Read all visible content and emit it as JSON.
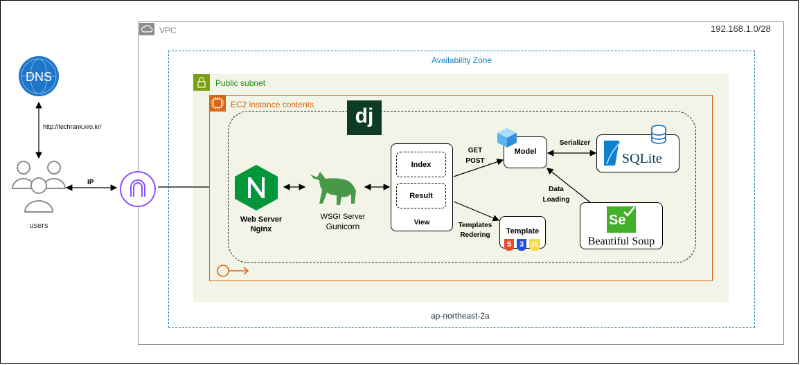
{
  "vpc": {
    "label": "VPC",
    "cidr": "192.168.1.0/28"
  },
  "az": {
    "label": "Availability Zone",
    "region": "ap-northeast-2a"
  },
  "subnet": {
    "label": "Public subnet"
  },
  "ec2": {
    "label": "EC2 instance contents"
  },
  "dns": {
    "label": "DNS",
    "url": "http://techrank.kro.kr/"
  },
  "users": {
    "label": "users"
  },
  "ip_label": "IP",
  "nginx": {
    "line1": "Web Server",
    "line2": "Nginx",
    "logo": "N"
  },
  "gunicorn": {
    "line1": "WSGI Server",
    "line2": "Gunicorn"
  },
  "django": {
    "logo": "dj"
  },
  "view": {
    "label": "View",
    "index": "Index",
    "result": "Result"
  },
  "model": {
    "label": "Model"
  },
  "get_post": {
    "line1": "GET",
    "line2": "POST"
  },
  "templates_rendering": {
    "line1": "Templates",
    "line2": "Redering"
  },
  "template": {
    "label": "Template",
    "badges": [
      "5",
      "3",
      "JS"
    ]
  },
  "serializer": "Serializer",
  "data_loading": {
    "line1": "Data",
    "line2": "Loading"
  },
  "sqlite": {
    "label": "SQLite"
  },
  "beautifulsoup": {
    "label": "Beautiful Soup",
    "logo": "Se"
  },
  "colors": {
    "aws_blue": "#147eba",
    "subnet_green": "#7aa116",
    "ec2_orange": "#d86613",
    "nginx_green": "#009639",
    "django_green": "#0c3c26",
    "selenium_green": "#43b02a",
    "gateway_purple": "#8c4fff"
  }
}
